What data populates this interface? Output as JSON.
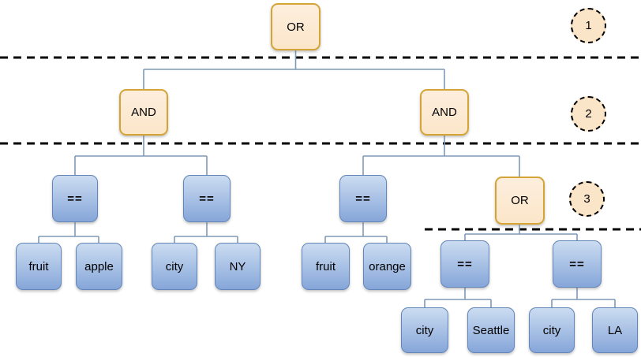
{
  "nodes": [
    {
      "label": "OR"
    },
    {
      "label": "AND"
    },
    {
      "label": "AND"
    },
    {
      "label": "=="
    },
    {
      "label": "=="
    },
    {
      "label": "=="
    },
    {
      "label": "OR"
    },
    {
      "label": "fruit"
    },
    {
      "label": "apple"
    },
    {
      "label": "city"
    },
    {
      "label": "NY"
    },
    {
      "label": "fruit"
    },
    {
      "label": "orange"
    },
    {
      "label": "=="
    },
    {
      "label": "=="
    },
    {
      "label": "city"
    },
    {
      "label": "Seattle"
    },
    {
      "label": "city"
    },
    {
      "label": "LA"
    }
  ],
  "levels": [
    "1",
    "2",
    "3"
  ],
  "colors": {
    "logical_fill": "#fbe6c9",
    "logical_border": "#d4a437",
    "comparison_fill_top": "#cbdcf1",
    "comparison_fill_bottom": "#86a6d9",
    "comparison_border": "#6286b8",
    "connector": "#7e9ab8",
    "divider": "#000000",
    "badge_fill": "#fae5c8",
    "text": "#000000"
  }
}
